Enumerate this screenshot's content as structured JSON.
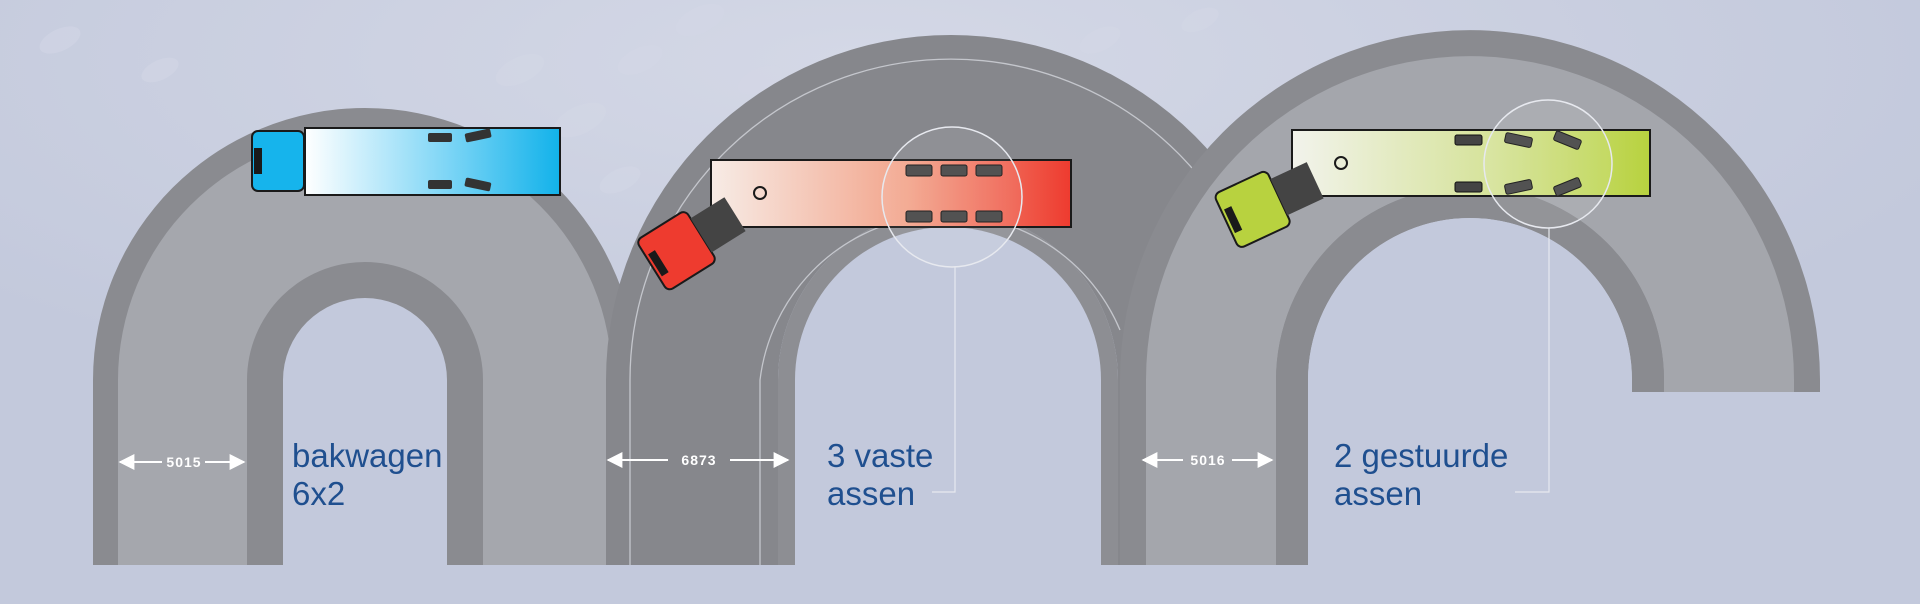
{
  "colors": {
    "background": "#c3c9dc",
    "road_outer": "#8a8b90",
    "road_inner": "#a5a7ad",
    "label_text": "#1f4f8f",
    "truck_blue": "#16b4ec",
    "truck_red": "#ee3b2f",
    "truck_green": "#b8d23f"
  },
  "panels": [
    {
      "id": "bakwagen",
      "vehicle_icon": "rigid-truck-icon",
      "accent": "#16b4ec",
      "width_value": "5015",
      "label_line1": "bakwagen",
      "label_line2": "6x2"
    },
    {
      "id": "vaste-assen",
      "vehicle_icon": "semi-trailer-truck-icon",
      "accent": "#ee3b2f",
      "width_value": "6873",
      "label_line1": "3 vaste",
      "label_line2": "assen"
    },
    {
      "id": "gestuurde-assen",
      "vehicle_icon": "semi-trailer-truck-icon",
      "accent": "#b8d23f",
      "width_value": "5016",
      "label_line1": "2 gestuurde",
      "label_line2": "assen"
    }
  ]
}
